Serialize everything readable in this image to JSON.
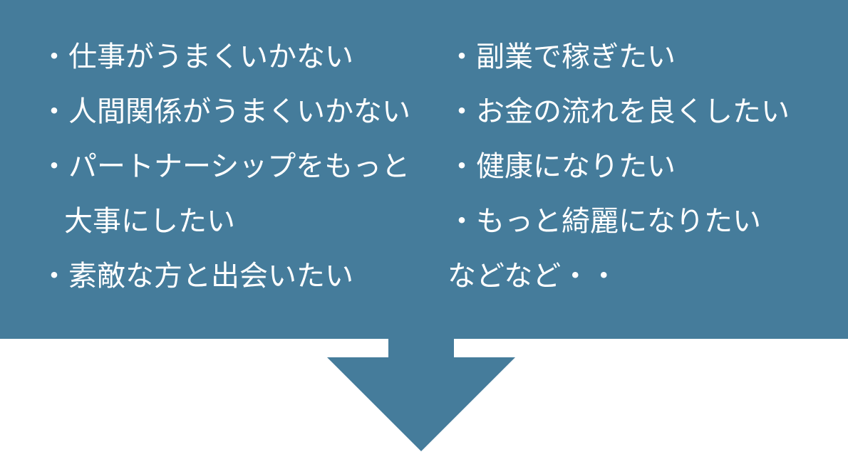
{
  "colors": {
    "box_fill": "#457c9b",
    "text": "#ffffff",
    "background": "#ffffff"
  },
  "left_column": {
    "lines": [
      "・仕事がうまくいかない",
      "・人間関係がうまくいかない",
      "・パートナーシップをもっと",
      "大事にしたい",
      "・素敵な方と出会いたい"
    ]
  },
  "right_column": {
    "lines": [
      "・副業で稼ぎたい",
      "・お金の流れを良くしたい",
      "・健康になりたい",
      "・もっと綺麗になりたい",
      "などなど・・"
    ]
  }
}
